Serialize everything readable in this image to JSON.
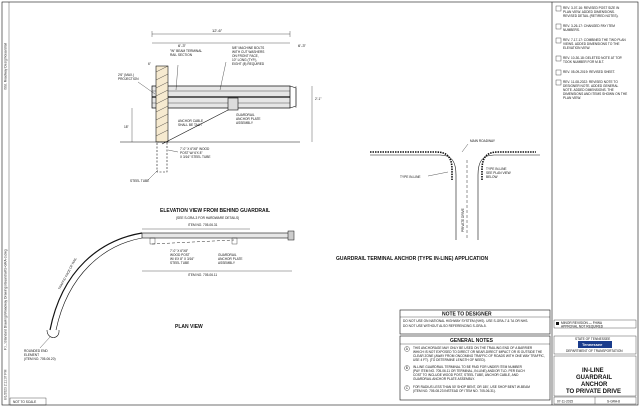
{
  "border": {
    "left_strip": [
      "8/1/2023 2:11:37 PM",
      "F:\\...\\Standard Drawings\\Roadway Drawings\\Guardrail\\S-GRA-3.dwg",
      "\\Std. Roadway Design\\Guardrail"
    ],
    "not_to_scale": "NOT TO SCALE"
  },
  "elevation": {
    "title": "ELEVATION VIEW FROM BEHIND GUARDRAIL",
    "subtitle": "(SEE S-GRA-3 FOR HARDWARE DETAILS)",
    "dim_total": "12'-6\"",
    "dim_left": "6'-3\"",
    "dim_right": "6'-3\"",
    "dim_right_height": "2'-1\"",
    "dim_left_height": "18\"",
    "dim_post_top": "6\"",
    "note_rail": "\"W\" BEAM TERMINAL RAIL SECTION",
    "note_bolts": "5/8\" MACHINE BOLTS WITH CUT WASHERS ON FRONT FACE, 10\" LONG (TYP.), EIGHT (8) REQUIRED",
    "note_projection": "2'6\" (MAX.) PROJECTION",
    "note_anchor": "GUARDRAIL ANCHOR PLATE ASSEMBLY",
    "note_cable": "ANCHOR CABLE SHALL BE TAUT",
    "note_post": "7'-0\" X 6\"X8\" WOOD POST W/ 6'X 8\" X 3/16\" STEEL TUBE",
    "note_tube": "STEEL TUBE"
  },
  "plan": {
    "title": "PLAN VIEW",
    "item_top": "ITEM NO. 705-06.31",
    "item_bottom": "ITEM NO. 705-06.11",
    "note_post": "7'-0\" X 6\"X8\" WOOD POST W/ 6'X 8\" X 3/16\" STEEL TUBE",
    "note_anchor": "GUARDRAIL ANCHOR PLATE ASSEMBLY",
    "note_rail_face": "TRAFFIC FACE OF RAIL",
    "note_end": "ROUNDED END ELEMENT (ITEM NO. 705-06.20)"
  },
  "application": {
    "title": "GUARDRAIL TERMINAL ANCHOR (TYPE IN-LINE) APPLICATION",
    "main_roadway": "MAIN ROADWAY",
    "type_in_line": "TYPE IN-LINE",
    "type_in_line_right": "TYPE IN-LINE SEE PLAN VIEW BELOW",
    "private_drive": "PRIVATE DRIVE"
  },
  "revisions": [
    "REV. 3-07-16: REVISED POST SIZE IN PLAN VIEW. ADDED DIMENSIONS. REVISED DETAIL (RETIRED NOTES).",
    "REV. 3-26-17: CHANGED PAY ITEM NUMBERS.",
    "REV. 7-17-17: COMBINED THE TWO PLAN VIEWS. ADDED DIMENSIONS TO THE ELEVATION VIEW.",
    "REV. 10-30-18: DELETED NOTE AT TOP. TOOK NUMBER FOR M.B.T.",
    "REV. 05-09-2019: REVISED SHEET.",
    "REV. 11-08-2022: REVISED NOTE TO DESIGNER NOTE. ADDED GENERAL NOTE. ADDED DIMENSIONS. THE DIMENSIONS AND ITEMS SHOWN ON THE PLAN VIEW."
  ],
  "note_to_designer": {
    "title": "NOTE TO DESIGNER",
    "lines": [
      "DO NOT USE ON NATIONAL HIGHWAY SYSTEM (NHS). USE S-GRA-7 & 7A OR NHS.",
      "DO NOT USE WITHOUT ALSO REFERENCING S-GRA-5."
    ]
  },
  "general_notes": {
    "title": "GENERAL NOTES",
    "items": [
      {
        "num": "A",
        "text": "THIS ANCHORAGE MAY ONLY BE USED ON THE TRAILING END OF A BARRIER WHICH IS NOT EXPOSED TO DIRECT OR NEAR-DIRECT IMPACT OR IS OUTSIDE THE CLEAR ZONE (AWAY FROM ONCOMING TRAFFIC OF ROADS WITH ONE WAY TRAFFIC, USE 4 FT). (TO DETERMINE LENGTH OF NEED)."
      },
      {
        "num": "B",
        "text": "IN-LINE GUARDRAIL TERMINAL TO BE PAID FOR UNDER ITEM NUMBER (PAY ITEM NO. 705-06.11 OR TERMINAL, IN-LINE) AND/OR TLD. PER EACH COST TO INCLUDE WOOD POST, STEEL TUBE, ANCHOR CABLE, AND GUARDRAIL ANCHOR PLATE ASSEMBLY."
      },
      {
        "num": "C",
        "text": "FOR RADIUS LESS THAN 50' SHOP BENT, OR 180', USE SHOP BENT W-BEAM (ITEM NO. 705-08.23 INSTEAD OF ITEM NO. 705-06.31)."
      }
    ]
  },
  "title_block": {
    "revision_note": "MINOR REVISION — FHWA APPROVAL NOT REQUIRED",
    "state": "STATE OF TENNESSEE",
    "department": "DEPARTMENT OF TRANSPORTATION",
    "drawing_title": "IN-LINE GUARDRAIL ANCHOR TO PRIVATE DRIVE",
    "date": "07-11-2015",
    "sheet": "S-GRA-8"
  }
}
